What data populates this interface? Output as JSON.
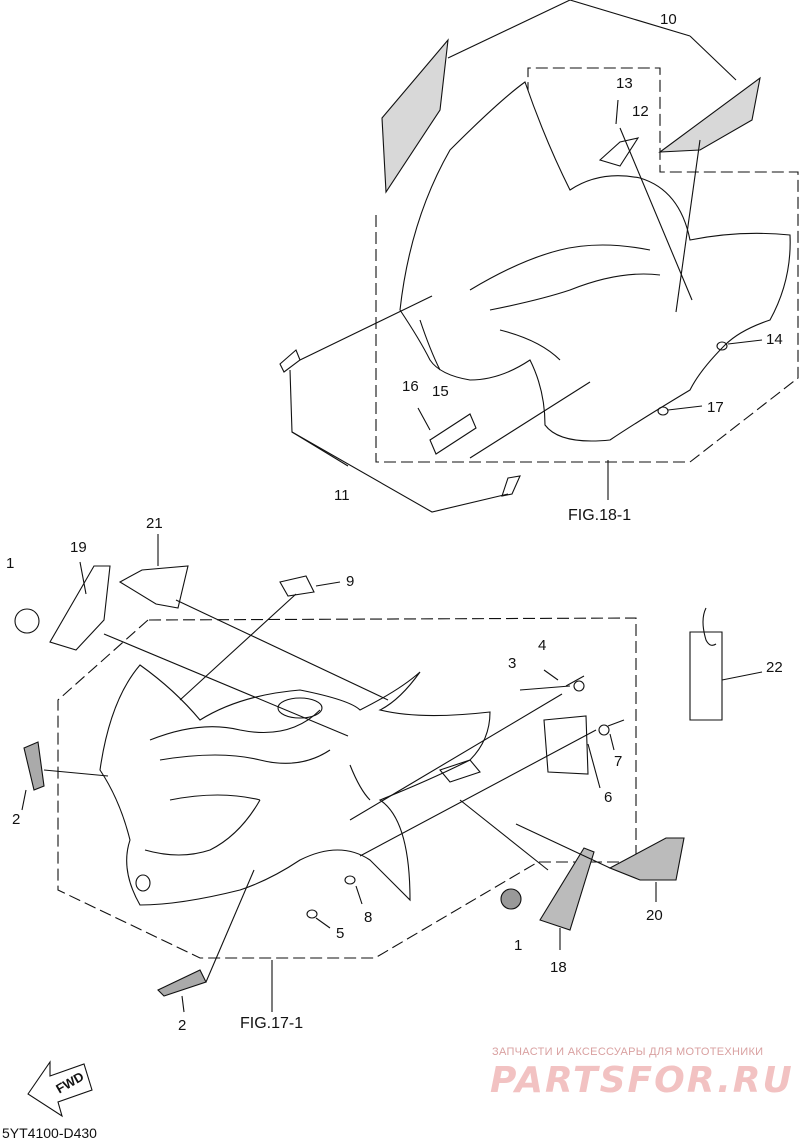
{
  "callouts": {
    "c1a": "1",
    "c1b": "1",
    "c2a": "2",
    "c2b": "2",
    "c3": "3",
    "c4": "4",
    "c5": "5",
    "c6": "6",
    "c7": "7",
    "c8": "8",
    "c9": "9",
    "c10": "10",
    "c11": "11",
    "c12": "12",
    "c13": "13",
    "c14": "14",
    "c15": "15",
    "c16": "16",
    "c17": "17",
    "c18": "18",
    "c19": "19",
    "c20": "20",
    "c21": "21",
    "c22": "22"
  },
  "figures": {
    "fig18": "FIG.18-1",
    "fig17": "FIG.17-1"
  },
  "fwd_label": "FWD",
  "diagram_code": "5YT4100-D430",
  "watermark": {
    "tagline": "ЗАПЧАСТИ И АКСЕССУАРЫ ДЛЯ МОТОТЕХНИКИ",
    "brand": "PARTSFOR.RU"
  }
}
